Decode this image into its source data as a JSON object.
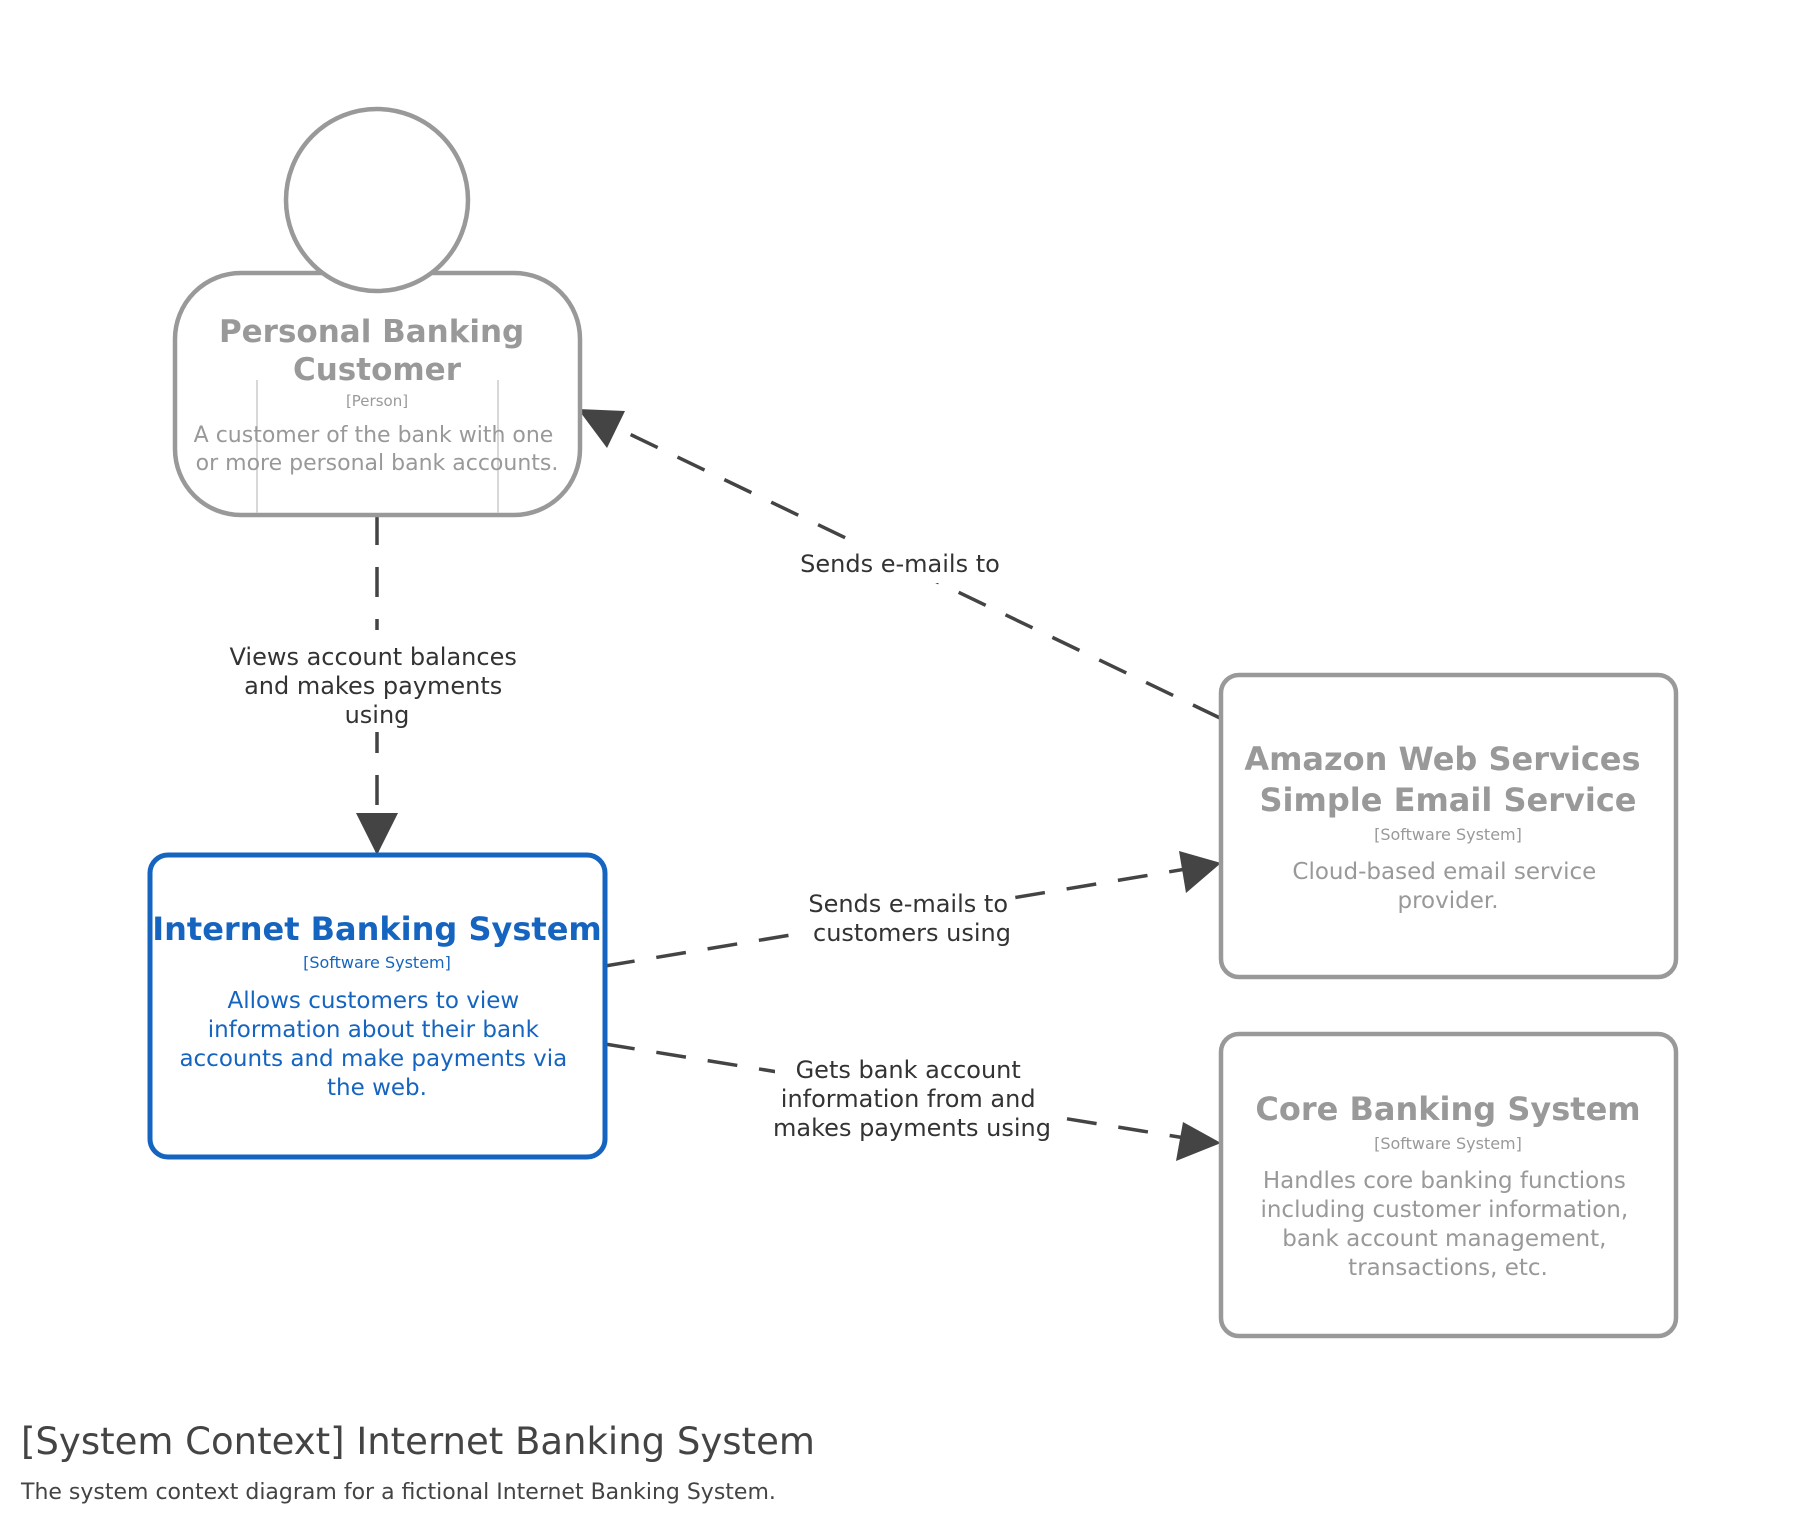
{
  "diagram": {
    "elements": {
      "customer": {
        "name_lines": [
          "Personal Banking",
          "Customer"
        ],
        "type": "[Person]",
        "description_lines": [
          "A customer of the bank with one",
          "or more personal bank accounts."
        ],
        "color": "#999999"
      },
      "internet_banking": {
        "name_lines": [
          "Internet Banking System"
        ],
        "type": "[Software System]",
        "description_lines": [
          "Allows customers to view",
          "information about their bank",
          "accounts and make payments via",
          "the web."
        ],
        "color": "#1565c0"
      },
      "email_system": {
        "name_lines": [
          "Amazon Web Services",
          "Simple Email Service"
        ],
        "type": "[Software System]",
        "description_lines": [
          "Cloud-based email service",
          "provider."
        ],
        "color": "#999999"
      },
      "core_banking": {
        "name_lines": [
          "Core Banking System"
        ],
        "type": "[Software System]",
        "description_lines": [
          "Handles core banking functions",
          "including customer information,",
          "bank account management,",
          "transactions, etc."
        ],
        "color": "#999999"
      }
    },
    "relationships": [
      {
        "from": "customer",
        "to": "internet_banking",
        "label_lines": [
          "Views account balances",
          "and makes payments",
          "using"
        ]
      },
      {
        "from": "email_system",
        "to": "customer",
        "label_lines": [
          "Sends e-mails to"
        ]
      },
      {
        "from": "internet_banking",
        "to": "email_system",
        "label_lines": [
          "Sends e-mails to",
          "customers using"
        ]
      },
      {
        "from": "internet_banking",
        "to": "core_banking",
        "label_lines": [
          "Gets bank account",
          "information from and",
          "makes payments using"
        ]
      }
    ],
    "line_color": "#444444",
    "label_color": "#333333"
  },
  "caption": {
    "title": "[System Context] Internet Banking System",
    "subtitle": "The system context diagram for a fictional Internet Banking System."
  }
}
